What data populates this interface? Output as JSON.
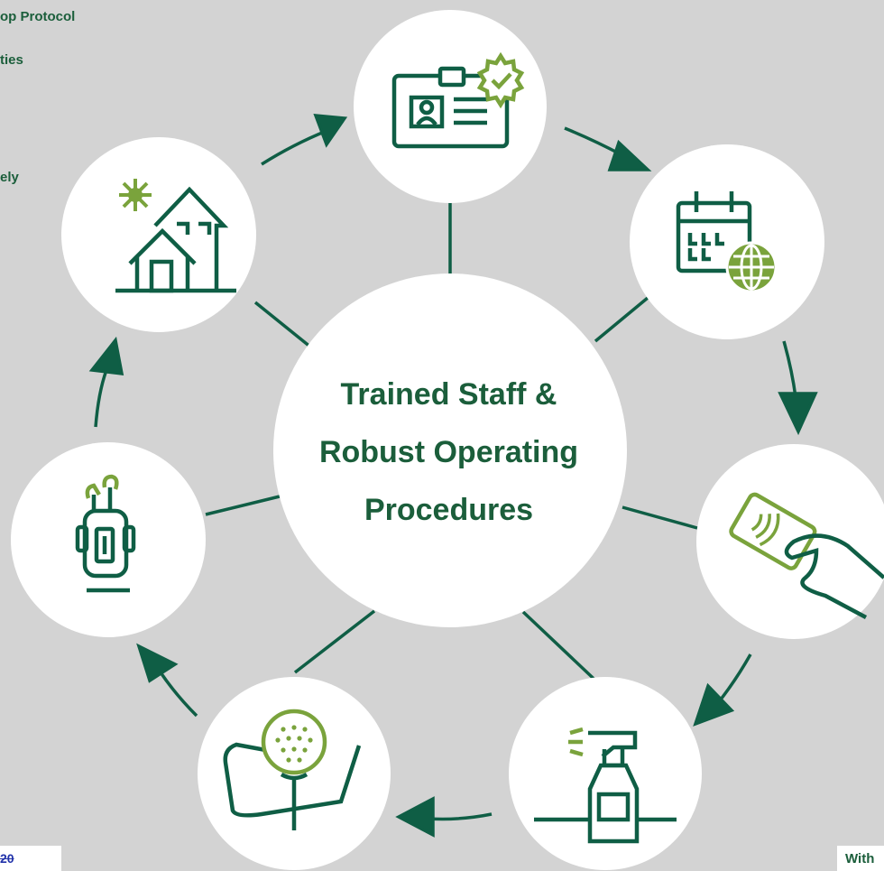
{
  "side_texts": [
    "op Protocol",
    "ties",
    "ely"
  ],
  "center_title_lines": [
    "Trained Staff &",
    "Robust Operating",
    "Procedures"
  ],
  "page_number": "20",
  "footer_text": "With",
  "colors": {
    "dark_green": "#0f5e45",
    "light_green": "#7aa33c",
    "background": "#d3d3d3",
    "circle": "#ffffff"
  },
  "cycle_icons": [
    "id-badge-check-icon",
    "calendar-globe-icon",
    "contactless-card-hand-icon",
    "spray-bottle-icon",
    "golf-ball-tee-hand-icon",
    "golf-bag-icon",
    "house-sun-icon"
  ]
}
